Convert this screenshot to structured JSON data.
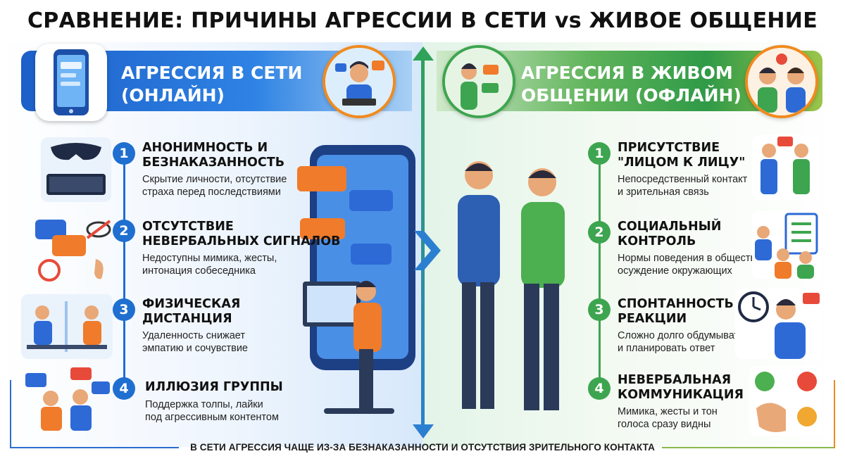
{
  "title": "СРАВНЕНИЕ: ПРИЧИНЫ АГРЕССИИ В СЕТИ vs ЖИВОЕ ОБЩЕНИЕ",
  "left": {
    "header": "АГРЕССИЯ В СЕТИ\n(ОНЛАЙН)",
    "accent": "#1f6fd1",
    "items": [
      {
        "num": "1",
        "title": "АНОНИМНОСТЬ И\nБЕЗНАКАЗАННОСТЬ",
        "desc": "Скрытие личности, отсутствие\nстраха перед последствиями"
      },
      {
        "num": "2",
        "title": "ОТСУТСТВИЕ\nНЕВЕРБАЛЬНЫХ СИГНАЛОВ",
        "desc": "Недоступны мимика, жесты,\nинтонация собеседника"
      },
      {
        "num": "3",
        "title": "ФИЗИЧЕСКАЯ\nДИСТАНЦИЯ",
        "desc": "Удаленность снижает\nэмпатию и сочувствие"
      },
      {
        "num": "4",
        "title": "ИЛЛЮЗИЯ ГРУППЫ",
        "desc": "Поддержка толпы, лайки\nпод агрессивным контентом"
      }
    ]
  },
  "right": {
    "header": "АГРЕССИЯ В ЖИВОМ\nОБЩЕНИИ (ОФЛАЙН)",
    "accent": "#3da54f",
    "items": [
      {
        "num": "1",
        "title": "ПРИСУТСТВИЕ\n\"ЛИЦОМ К ЛИЦУ\"",
        "desc": "Непосредственный контакт\nи зрительная связь"
      },
      {
        "num": "2",
        "title": "СОЦИАЛЬНЫЙ\nКОНТРОЛЬ",
        "desc": "Нормы поведения в обществе,\nосуждение окружающих"
      },
      {
        "num": "3",
        "title": "СПОНТАННОСТЬ\nРЕАКЦИИ",
        "desc": "Сложно долго обдумывать\nи планировать ответ"
      },
      {
        "num": "4",
        "title": "НЕВЕРБАЛЬНАЯ\nКОММУНИКАЦИЯ",
        "desc": "Мимика, жесты и тон\nголоса сразу видны"
      }
    ]
  },
  "footer": "В СЕТИ АГРЕССИЯ ЧАЩЕ ИЗ-ЗА БЕЗНАКАЗАННОСТИ И ОТСУТСТВИЯ ЗРИТЕЛЬНОГО КОНТАКТА",
  "icons": {
    "left_header": "smartphone-icon",
    "left_badge": "angry-typing-person-icon",
    "right_badge": "face-to-face-argument-icon",
    "right_header_people": "two-people-talking-icon",
    "left_items": [
      "mask-keyboard-icon",
      "chat-bubbles-hidden-eye-ear-icon",
      "distant-desks-icon",
      "group-with-chats-icon"
    ],
    "right_items": [
      "two-people-angry-icon",
      "group-checklist-icon",
      "clock-angry-man-icon",
      "emotion-faces-hand-icon"
    ]
  }
}
